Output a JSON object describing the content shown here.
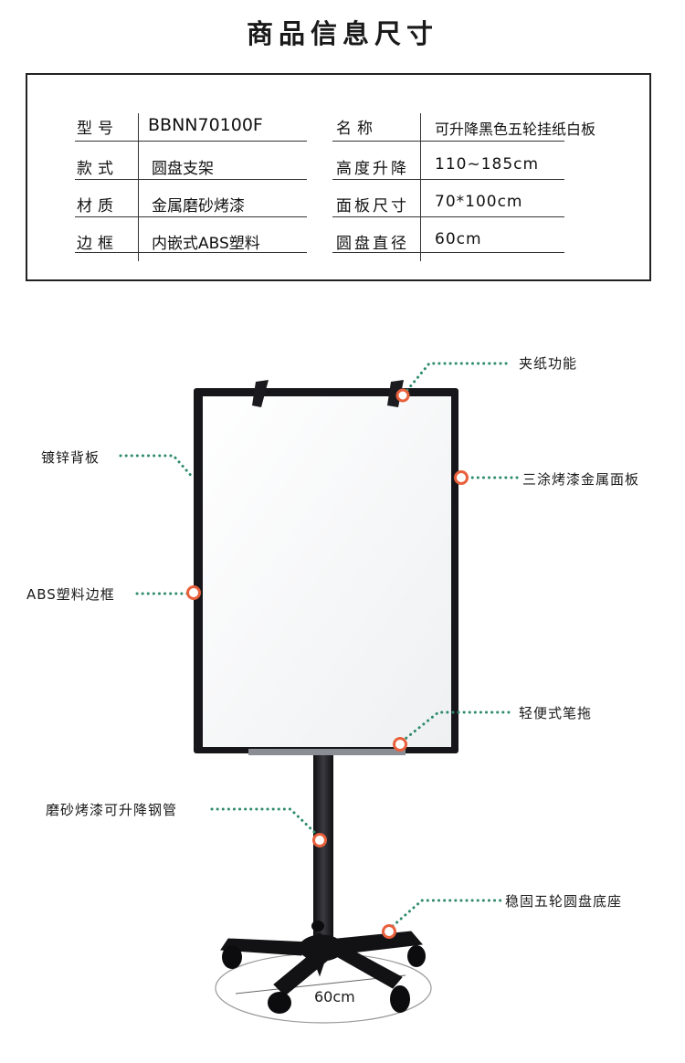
{
  "title": "商品信息尺寸",
  "specs": {
    "left": [
      {
        "key": "型号",
        "value": "BBNN70100F"
      },
      {
        "key": "款式",
        "value": "圆盘支架"
      },
      {
        "key": "材质",
        "value": "金属磨砂烤漆"
      },
      {
        "key": "边框",
        "value": "内嵌式ABS塑料"
      }
    ],
    "right": [
      {
        "key": "名称",
        "value": "可升降黑色五轮挂纸白板"
      },
      {
        "key": "高度升降",
        "value": "110~185cm"
      },
      {
        "key": "面板尺寸",
        "value": "70*100cm"
      },
      {
        "key": "圆盘直径",
        "value": "60cm"
      }
    ]
  },
  "callouts": {
    "paper_clip": "夹纸功能",
    "back_plate": "镀锌背板",
    "panel": "三涂烤漆金属面板",
    "frame": "ABS塑料边框",
    "pen_tray": "轻便式笔拖",
    "pipe": "磨砂烤漆可升降钢管",
    "base": "稳固五轮圆盘底座"
  },
  "base_diameter": "60cm",
  "colors": {
    "marker": "#e8603c",
    "leader": "#2e8b6e",
    "frame": "#1b1b1f"
  }
}
